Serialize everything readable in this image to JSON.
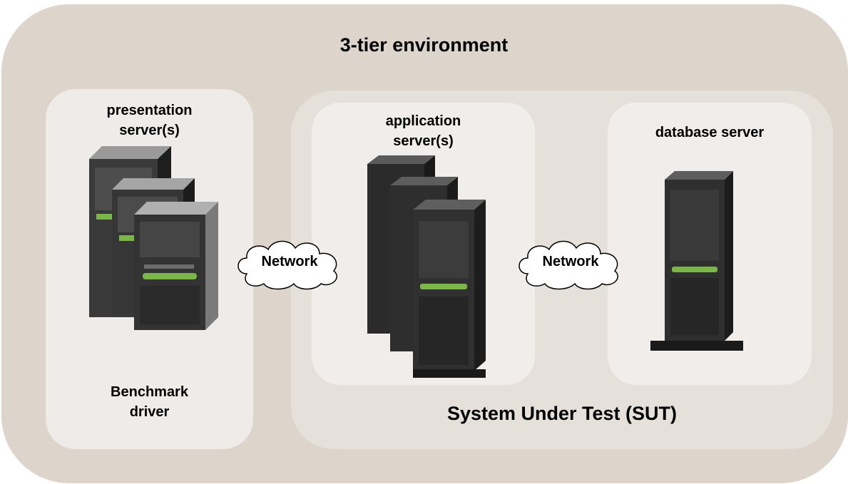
{
  "diagram": {
    "title": "3-tier environment",
    "presentation": {
      "label_line1": "presentation",
      "label_line2": "server(s)",
      "footer_line1": "Benchmark",
      "footer_line2": "driver"
    },
    "application": {
      "label_line1": "application",
      "label_line2": "server(s)"
    },
    "database": {
      "label": "database server"
    },
    "sut": {
      "label": "System Under Test (SUT)"
    },
    "networks": [
      {
        "label": "Network"
      },
      {
        "label": "Network"
      }
    ]
  },
  "colors": {
    "outer_bg": "#ddd5cc",
    "sut_bg": "#e6e0da",
    "panel_bg": "#f0edea",
    "server_body": "#2b2b2b",
    "server_accent": "#7ab648"
  }
}
